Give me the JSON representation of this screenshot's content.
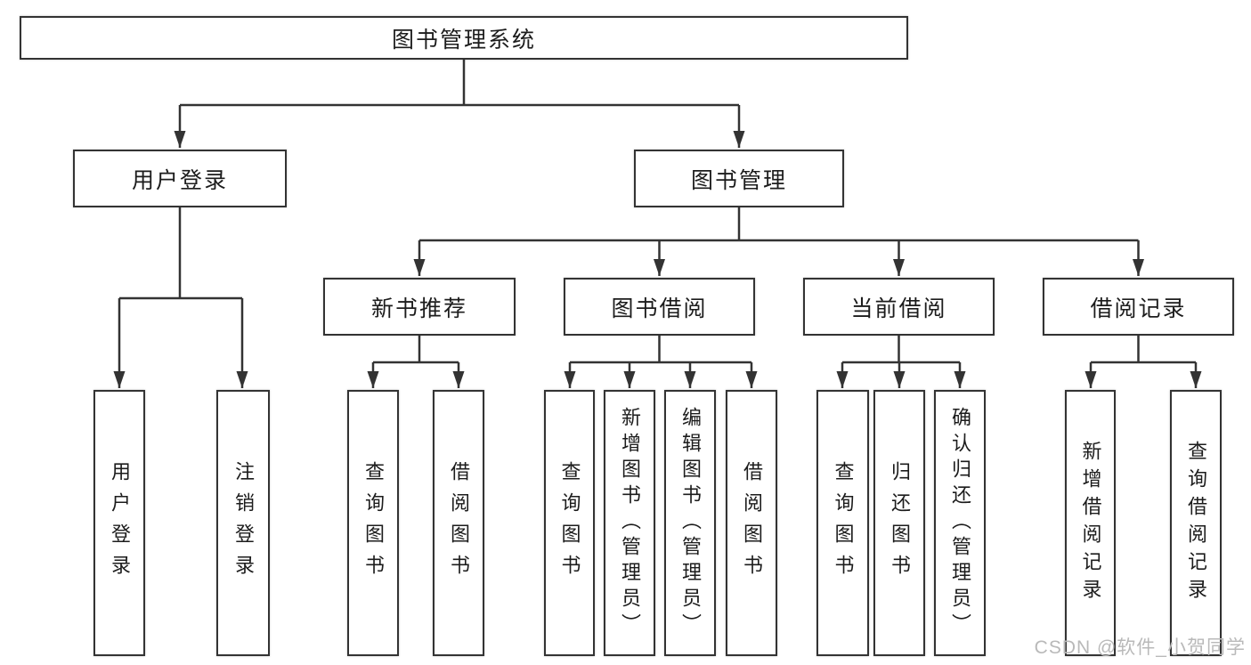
{
  "watermark": "CSDN @软件_小贺同学",
  "colors": {
    "line": "#333333",
    "text": "#1c1c1c",
    "watermark": "#b9b9b9",
    "background": "#ffffff"
  },
  "tree": {
    "label": "图书管理系统",
    "children": [
      {
        "label": "用户登录",
        "children": [
          {
            "label": "用户登录"
          },
          {
            "label": "注销登录"
          }
        ]
      },
      {
        "label": "图书管理",
        "children": [
          {
            "label": "新书推荐",
            "children": [
              {
                "label": "查询图书"
              },
              {
                "label": "借阅图书"
              }
            ]
          },
          {
            "label": "图书借阅",
            "children": [
              {
                "label": "查询图书"
              },
              {
                "label": "新增图书（管理员）"
              },
              {
                "label": "编辑图书（管理员）"
              },
              {
                "label": "借阅图书"
              }
            ]
          },
          {
            "label": "当前借阅",
            "children": [
              {
                "label": "查询图书"
              },
              {
                "label": "归还图书"
              },
              {
                "label": "确认归还（管理员）"
              }
            ]
          },
          {
            "label": "借阅记录",
            "children": [
              {
                "label": "新增借阅记录"
              },
              {
                "label": "查询借阅记录"
              }
            ]
          }
        ]
      }
    ]
  }
}
